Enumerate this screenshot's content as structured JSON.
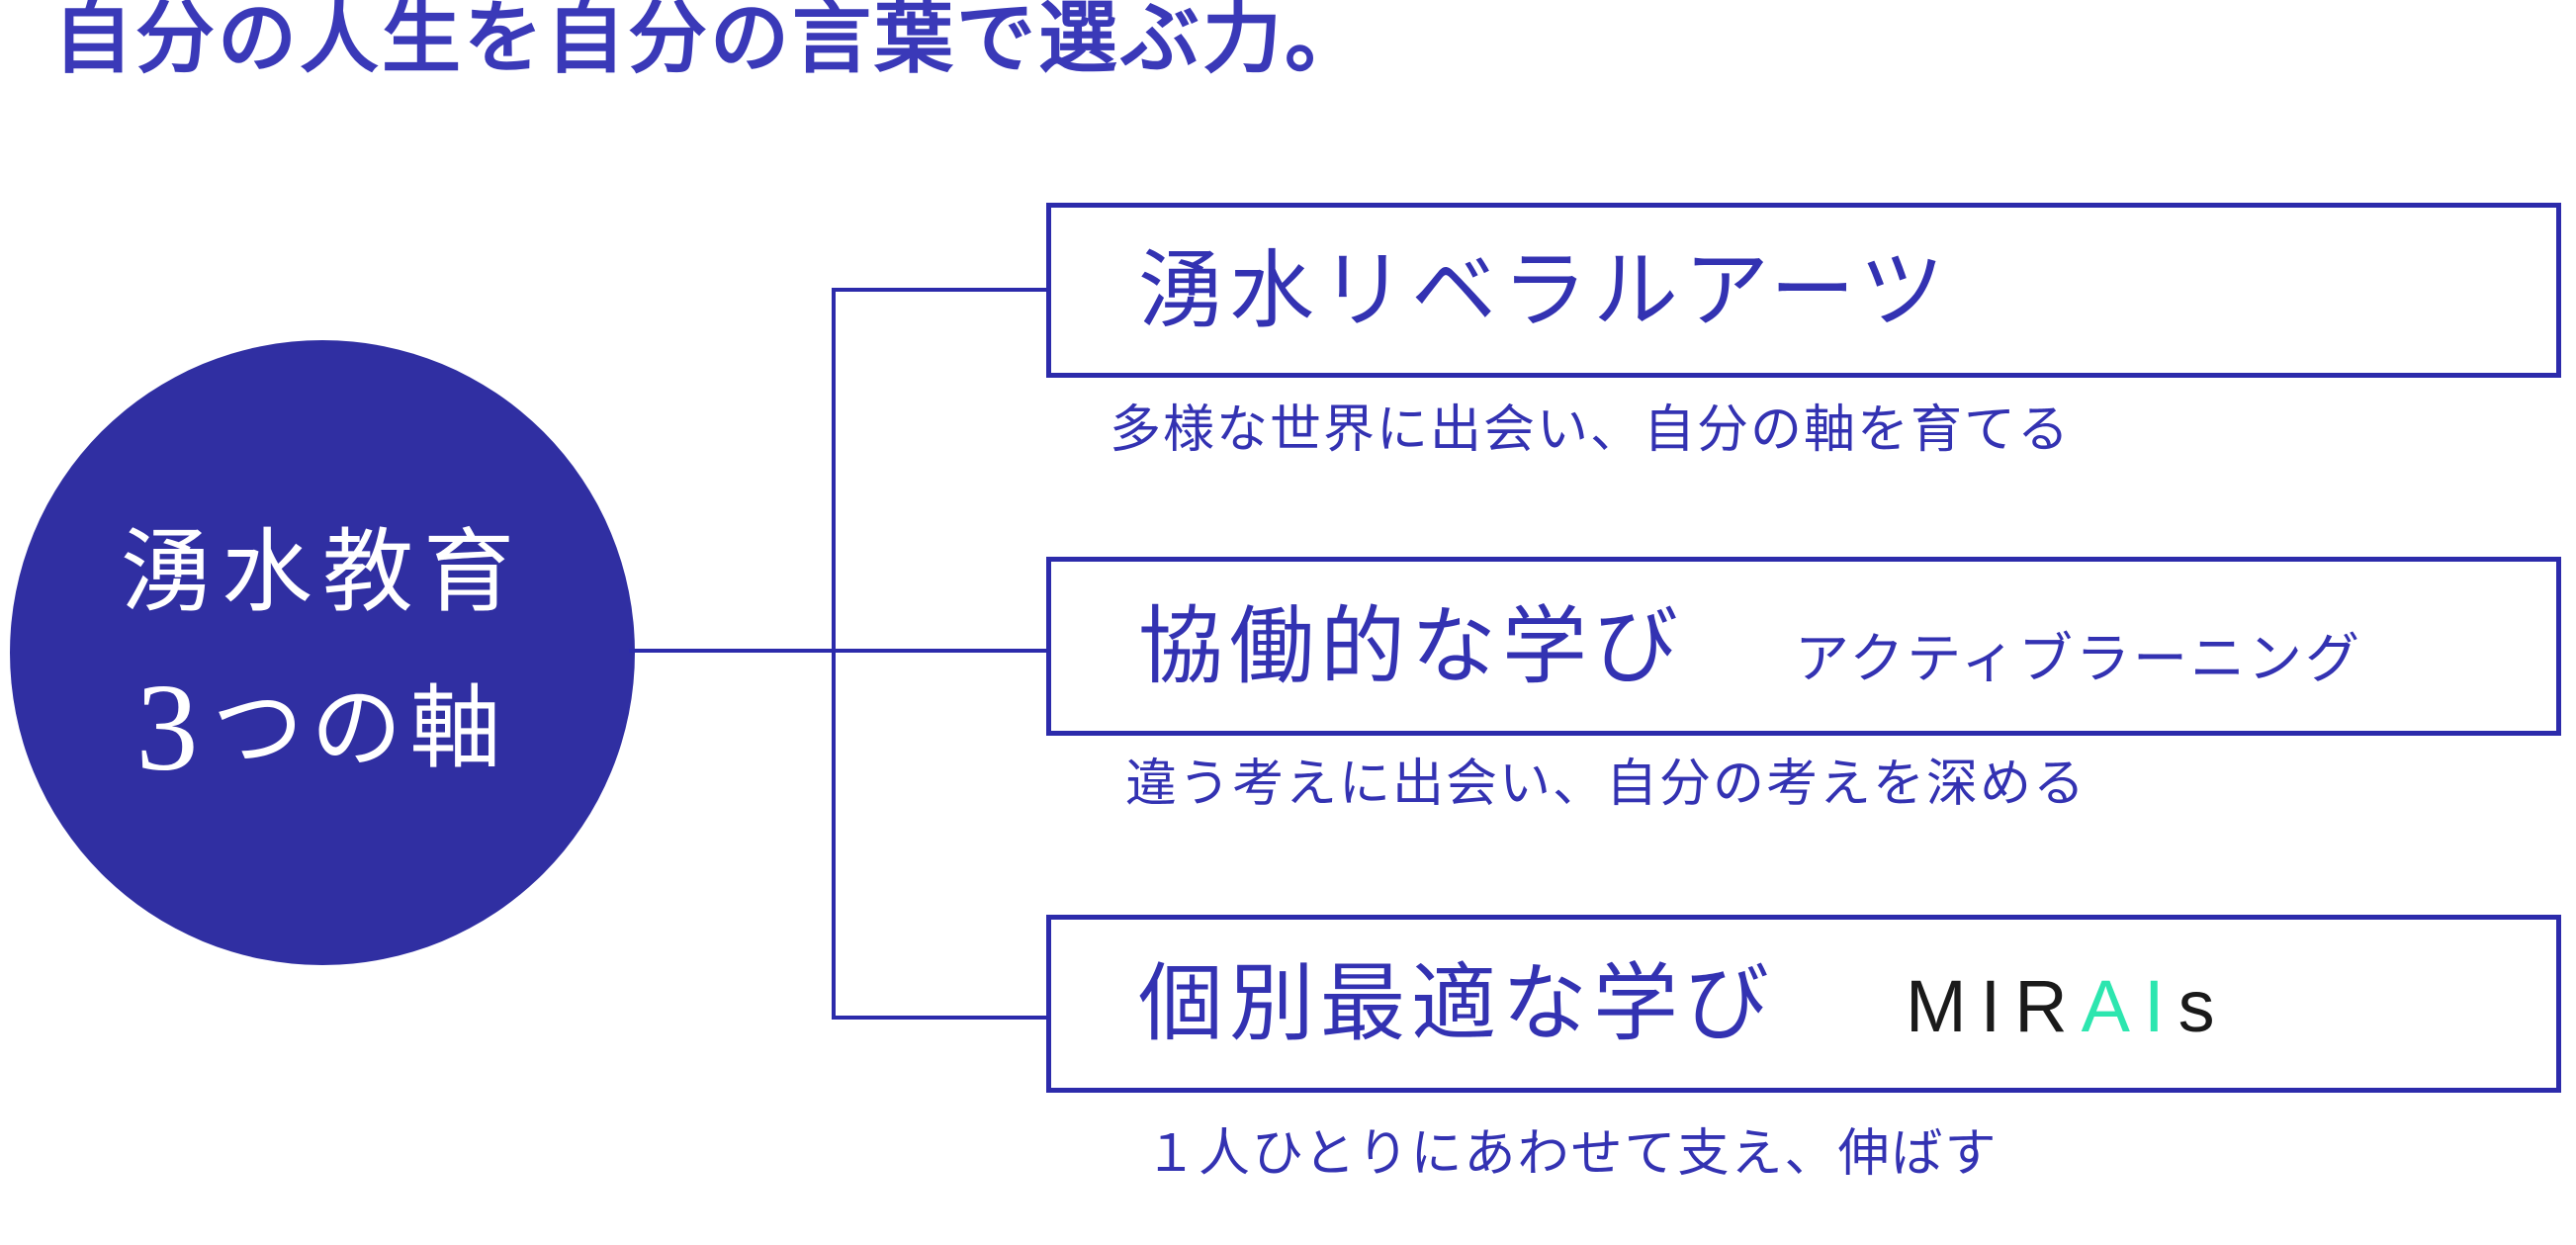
{
  "title": {
    "text": "自分の人生を自分の言葉で選ぶ力。",
    "color": "#3A39B8"
  },
  "hub": {
    "line1": "湧水教育",
    "line2_big": "3",
    "line2_rest": "つの軸",
    "fill_color": "#302FA2",
    "text_color": "#ffffff"
  },
  "connector": {
    "color": "#2C2BAB"
  },
  "boxes": [
    {
      "title": "湧水リベラルアーツ",
      "subtitle": "多様な世界に出会い、自分の軸を育てる"
    },
    {
      "title": "協働的な学び",
      "tag": "アクティブラーニング",
      "subtitle": "違う考えに出会い、自分の考えを深める"
    },
    {
      "title": "個別最適な学び",
      "logo": {
        "part1": "MIR",
        "part2": "AI",
        "part3": "s",
        "base_color": "#1A1A1A",
        "accent_color": "#2DE6AF"
      },
      "subtitle": "１人ひとりにあわせて支え、伸ばす"
    }
  ],
  "colors": {
    "headline_blue": "#3A39B8",
    "circle_blue": "#302FA2",
    "line_blue": "#2C2BAB",
    "text_blue": "#3332B2",
    "logo_black": "#1A1A1A",
    "logo_mint": "#2DE6AF",
    "background": "#ffffff"
  }
}
